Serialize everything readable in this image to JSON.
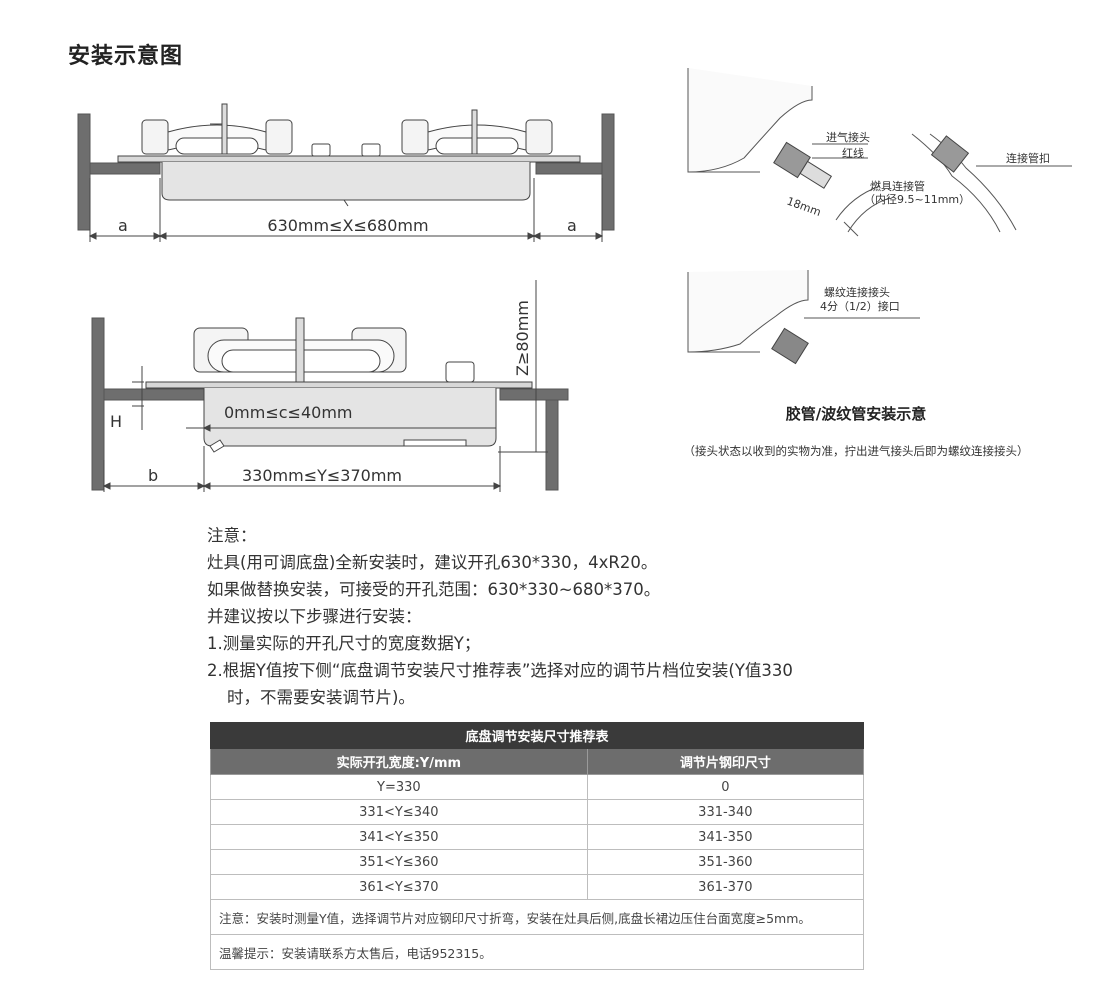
{
  "page": {
    "title": "安装示意图"
  },
  "diagram_top": {
    "label_a_left": "a",
    "label_a_right": "a",
    "dimension_x": "630mm≤X≤680mm"
  },
  "diagram_bottom": {
    "label_h": "H",
    "label_b": "b",
    "dimension_z": "Z≥80mm",
    "dimension_c": "0mm≤c≤40mm",
    "dimension_y": "330mm≤Y≤370mm"
  },
  "hose_diagram": {
    "inlet_joint": "进气接头",
    "red_line": "红线",
    "length_18mm": "18mm",
    "gas_hose": "燃具连接管",
    "hose_inner_diameter": "（内径9.5~11mm）",
    "hose_clamp": "连接管扣",
    "thread_joint": "螺纹连接接头",
    "thread_size": "4分（1/2）接口",
    "caption": "胶管/波纹管安装示意",
    "subcaption": "（接头状态以收到的实物为准，拧出进气接头后即为螺纹连接接头）"
  },
  "notes": {
    "heading": "注意：",
    "line1": "灶具(用可调底盘)全新安装时，建议开孔630*330，4xR20。",
    "line2": "如果做替换安装，可接受的开孔范围：630*330~680*370。",
    "line3": "并建议按以下步骤进行安装：",
    "line4": "1.测量实际的开孔尺寸的宽度数据Y；",
    "line5a": "2.根据Y值按下侧“底盘调节安装尺寸推荐表”选择对应的调节片档位安装(Y值330",
    "line5b": "时，不需要安装调节片)。"
  },
  "table": {
    "caption": "底盘调节安装尺寸推荐表",
    "col1": "实际开孔宽度:Y/mm",
    "col2": "调节片钢印尺寸",
    "rows": [
      {
        "width": "Y=330",
        "mark": "0"
      },
      {
        "width": "331<Y≤340",
        "mark": "331-340"
      },
      {
        "width": "341<Y≤350",
        "mark": "341-350"
      },
      {
        "width": "351<Y≤360",
        "mark": "351-360"
      },
      {
        "width": "361<Y≤370",
        "mark": "361-370"
      }
    ],
    "note": "注意：安装时测量Y值，选择调节片对应钢印尺寸折弯，安装在灶具后侧,底盘长裙边压住台面宽度≥5mm。",
    "tip": "温馨提示：安装请联系方太售后，电话952315。"
  }
}
